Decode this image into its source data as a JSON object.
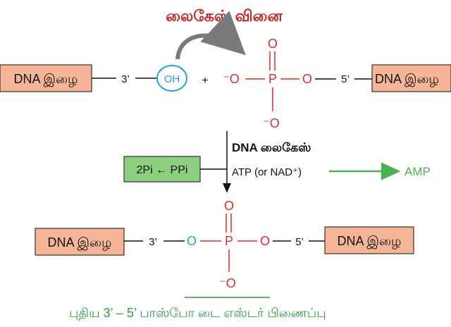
{
  "title": "லைகேஸ் வினை",
  "top_row": {
    "strand_left": "DNA இழை",
    "end3": "3’",
    "oh": "OH",
    "plus": "+",
    "o_minus_left": "⁻O",
    "p": "P",
    "o_top": "O",
    "o_bottom": "⁻O",
    "o_right": "O",
    "end5": "5’",
    "strand_right": "DNA இழை"
  },
  "middle": {
    "enzyme": "DNA லைகேஸ்",
    "cofactor": "ATP (or NAD⁺)",
    "product_box": "2Pi ← PPi",
    "amp": "AMP"
  },
  "bottom_row": {
    "strand_left": "DNA இழை",
    "end3": "3’",
    "o_left": "O",
    "p": "P",
    "o_top": "O",
    "o_bottom": "⁻O",
    "o_right": "O",
    "end5": "5’",
    "strand_right": "DNA இழை"
  },
  "caption": "புதிய 3’ – 5’ பாஸ்போ டை எஸ்டர் பிணைப்பு",
  "colors": {
    "title_red": "#c62828",
    "box_orange": "#f5b596",
    "box_green": "#8ccf7e",
    "oxygen_red": "#d32f2f",
    "oh_blue": "#1aa3e0",
    "arrow_green": "#4caf50",
    "caption_green": "#2e9e3e",
    "arc_gray": "#7a7a7a"
  }
}
